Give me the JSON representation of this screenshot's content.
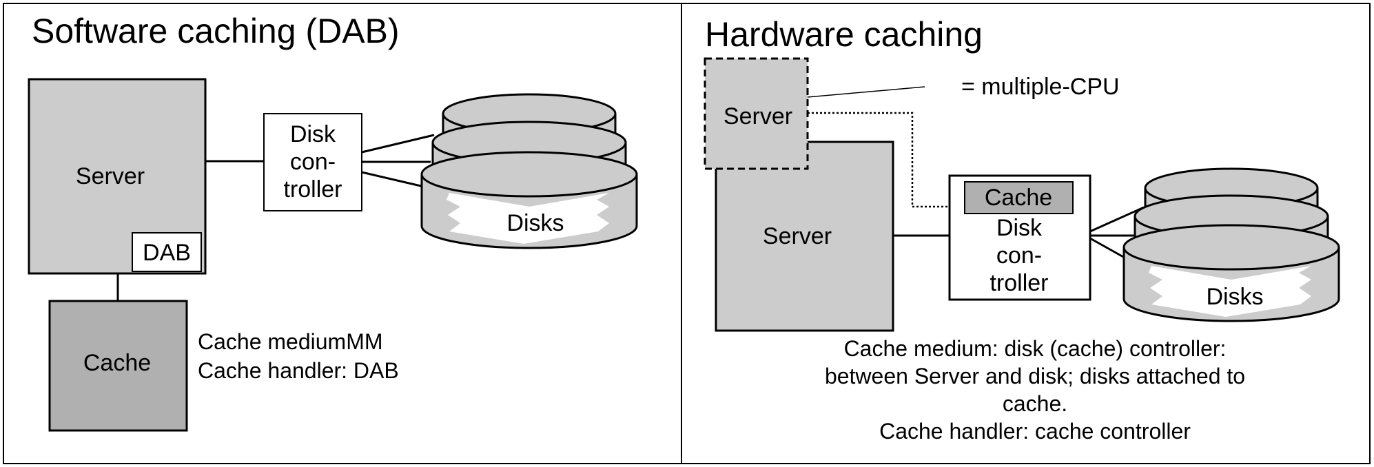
{
  "colors": {
    "server_fill": "#cccccc",
    "cache_fill": "#b0b0b0",
    "panel_border": "#000000",
    "background": "#ffffff"
  },
  "left": {
    "title": "Software caching (DAB)",
    "server_label": "Server",
    "dab_label": "DAB",
    "controller_lines": [
      "Disk",
      "con-",
      "troller"
    ],
    "disks_label": "Disks",
    "cache_label": "Cache",
    "caption": [
      "Cache mediumMM",
      "Cache handler: DAB"
    ]
  },
  "right": {
    "title": "Hardware caching",
    "server_ghost_label": "Server",
    "multi_cpu_label": "= multiple-CPU",
    "server_label": "Server",
    "cache_label": "Cache",
    "controller_lines": [
      "Disk",
      "con-",
      "troller"
    ],
    "disks_label": "Disks",
    "caption": [
      "Cache medium: disk (cache) controller:",
      "between Server and disk; disks attached to",
      "cache.",
      "Cache handler: cache controller"
    ]
  }
}
